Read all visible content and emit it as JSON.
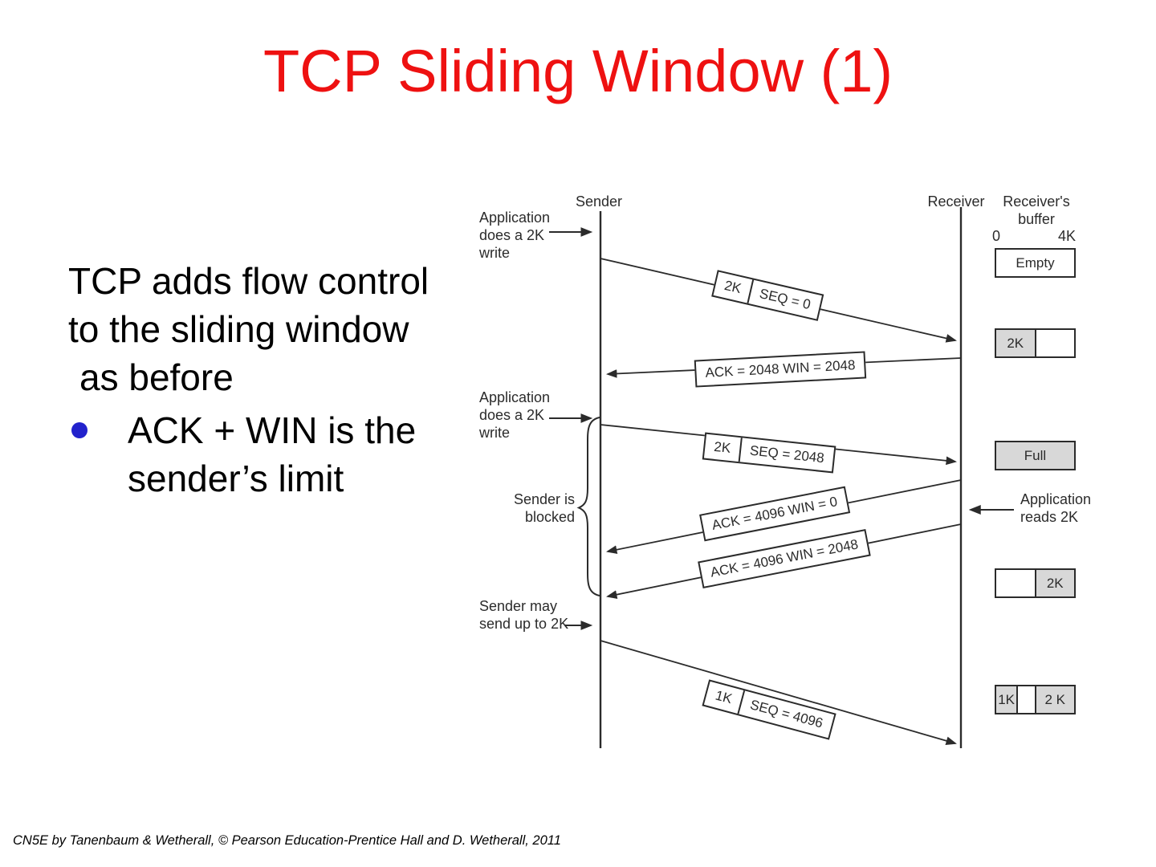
{
  "title": "TCP Sliding Window (1)",
  "body": {
    "paragraph_lines": [
      "TCP adds flow control",
      "to the sliding window",
      "as before"
    ],
    "bullet_lines": [
      "ACK + WIN is the",
      "sender’s limit"
    ]
  },
  "diagram": {
    "sender_label": "Sender",
    "receiver_label": "Receiver",
    "buffer_title_lines": [
      "Receiver's",
      "buffer"
    ],
    "buffer_scale_left": "0",
    "buffer_scale_right": "4K",
    "annotations": {
      "app_write_1": [
        "Application",
        "does a 2K",
        "write"
      ],
      "app_write_2": [
        "Application",
        "does a 2K",
        "write"
      ],
      "sender_blocked": [
        "Sender is",
        "blocked"
      ],
      "sender_may_send": [
        "Sender may",
        "send up to 2K"
      ],
      "app_reads": [
        "Application",
        "reads 2K"
      ]
    },
    "messages": [
      {
        "segments": [
          "2K",
          "SEQ = 0"
        ]
      },
      {
        "segments": [
          "ACK = 2048 WIN = 2048"
        ]
      },
      {
        "segments": [
          "2K",
          "SEQ = 2048"
        ]
      },
      {
        "segments": [
          "ACK = 4096 WIN = 0"
        ]
      },
      {
        "segments": [
          "ACK = 4096 WIN = 2048"
        ]
      },
      {
        "segments": [
          "1K",
          "SEQ = 4096"
        ]
      }
    ],
    "buffers": [
      {
        "cells": [
          {
            "label": "Empty"
          }
        ]
      },
      {
        "cells": [
          {
            "label": "2K"
          },
          {
            "label": ""
          }
        ]
      },
      {
        "cells": [
          {
            "label": "Full"
          }
        ]
      },
      {
        "cells": [
          {
            "label": ""
          },
          {
            "label": "2K"
          }
        ]
      },
      {
        "cells": [
          {
            "label": "1K"
          },
          {
            "label": ""
          },
          {
            "label": "2 K"
          }
        ]
      }
    ]
  },
  "footer": "CN5E by Tanenbaum & Wetherall, © Pearson Education-Prentice Hall and D. Wetherall, 2011",
  "colors": {
    "title_red": "#ee1111",
    "bullet_blue": "#2222cc",
    "diagram_ink": "#2b2b2b",
    "buffer_shade": "#d8d8d8"
  }
}
